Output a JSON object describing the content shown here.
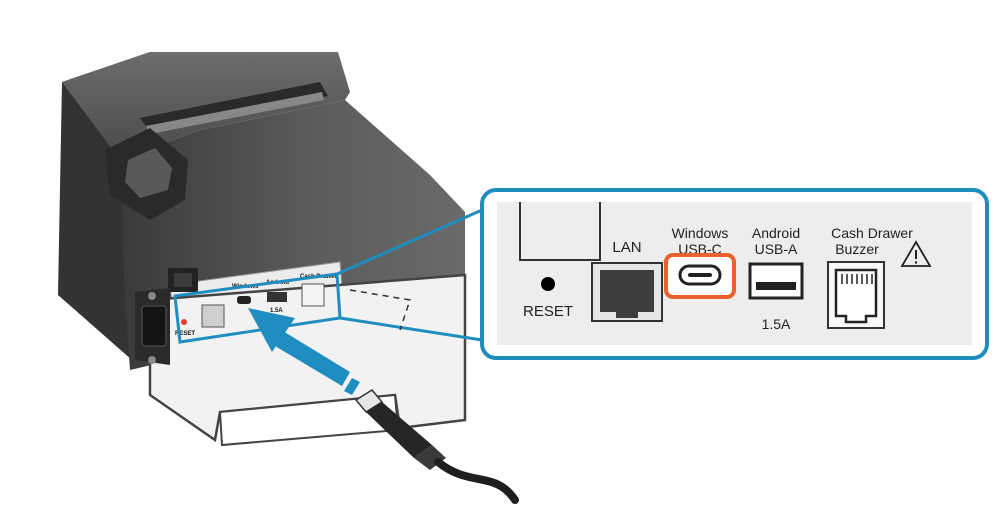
{
  "printer": {
    "body_color": "#4a4a4a",
    "body_dark": "#2b2b2b",
    "rear_panel_color": "#ededed",
    "small_labels": {
      "reset": "RESET",
      "windows": "Windows",
      "android": "Android",
      "current": "1.5A",
      "cash_drawer": "Cash Drawer"
    }
  },
  "callout": {
    "border_color": "#1f8dbf",
    "panel_color": "#ededed",
    "highlight_color": "#e8602c",
    "reset_dot_color": "#e23b2a",
    "ports": {
      "reset_label": "RESET",
      "lan_label": "LAN",
      "windows_line1": "Windows",
      "windows_line2": "USB-C",
      "android_line1": "Android",
      "android_line2": "USB-A",
      "android_current": "1.5A",
      "cash_line1": "Cash Drawer",
      "cash_line2": "Buzzer",
      "warning_icon": "warning-triangle-icon"
    }
  },
  "arrow": {
    "color": "#1f8dbf"
  },
  "cable": {
    "color": "#1e1e1e"
  }
}
